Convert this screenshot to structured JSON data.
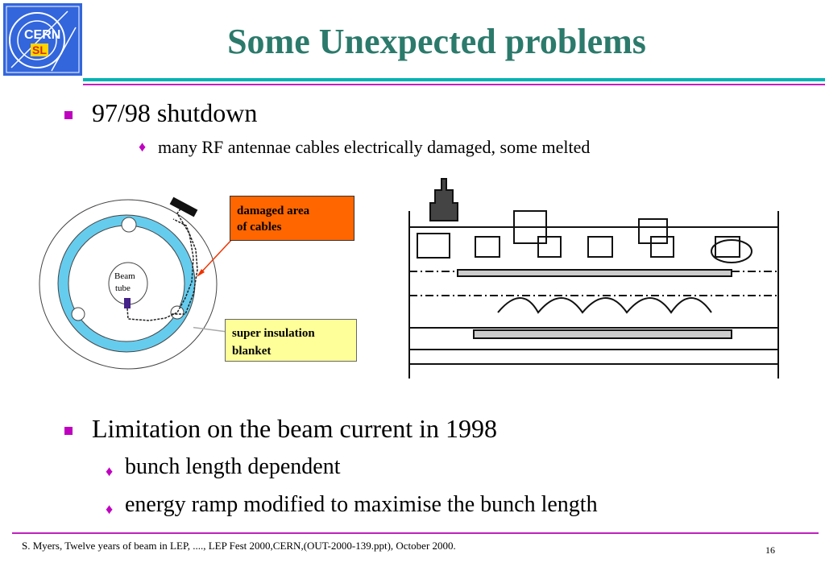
{
  "logo": {
    "line1": "CERN",
    "line2": "SL"
  },
  "title": "Some Unexpected problems",
  "bullets": [
    {
      "text": "97/98 shutdown",
      "sub": [
        "many RF antennae cables electrically damaged, some melted"
      ]
    },
    {
      "text": "Limitation on the beam current in 1998",
      "sub": [
        "bunch length dependent",
        "energy ramp modified to maximise the bunch length"
      ]
    }
  ],
  "diagram": {
    "beam_label_1": "Beam",
    "beam_label_2": "tube",
    "callout_damaged_1": "damaged area",
    "callout_damaged_2": "of cables",
    "callout_insulation_1": "super insulation",
    "callout_insulation_2": "blanket"
  },
  "colors": {
    "title": "#2b7a6b",
    "accent": "#c000c0",
    "teal": "#00b3b3",
    "ring": "#66ccee",
    "callout_orange": "#ff6600",
    "callout_yellow": "#ffff99"
  },
  "footer": {
    "text": "S. Myers, Twelve years of beam in LEP, ....,  LEP Fest 2000,CERN,(OUT-2000-139.ppt), October 2000.",
    "page": "16"
  }
}
